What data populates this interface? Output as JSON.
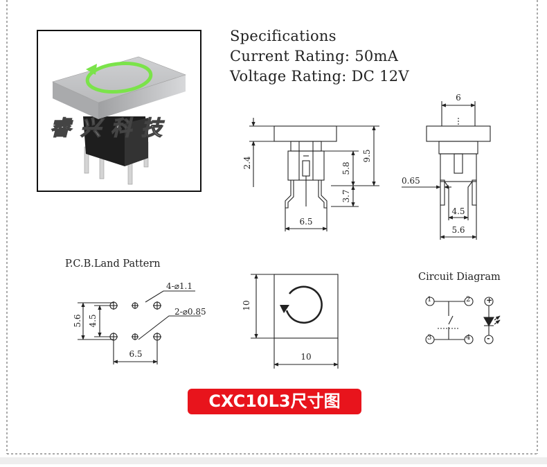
{
  "specs": {
    "heading": "Specifications",
    "current": "Current Rating: 50mA",
    "voltage": "Voltage Rating: DC 12V"
  },
  "watermark": "睿兴科技",
  "dims": {
    "front_left_height": "2.4",
    "front_mid_height": "5.8",
    "front_total_height": "9.5",
    "front_lead_height": "3.7",
    "front_width": "6.5",
    "side_top_width": "6",
    "side_lead_thickness": "0.65",
    "side_inner_width": "4.5",
    "side_outer_width": "5.6"
  },
  "pcb": {
    "title": "P.C.B.Land Pattern",
    "hole_large": "4-⌀1.1",
    "hole_small": "2-⌀0.85",
    "dim_outer": "5.6",
    "dim_inner": "4.5",
    "dim_width": "6.5"
  },
  "top_view": {
    "dim_height": "10",
    "dim_width": "10"
  },
  "circuit": {
    "title": "Circuit Diagram",
    "pin1": "1",
    "pin2": "2",
    "pin3": "3",
    "pin4": "4",
    "led_plus": "+",
    "led_minus": "-"
  },
  "banner": "CXC10L3尺寸图",
  "colors": {
    "banner_bg": "#e8141c",
    "ring_green": "#7be34a",
    "line": "#222222",
    "frame_dash": "#555555"
  }
}
